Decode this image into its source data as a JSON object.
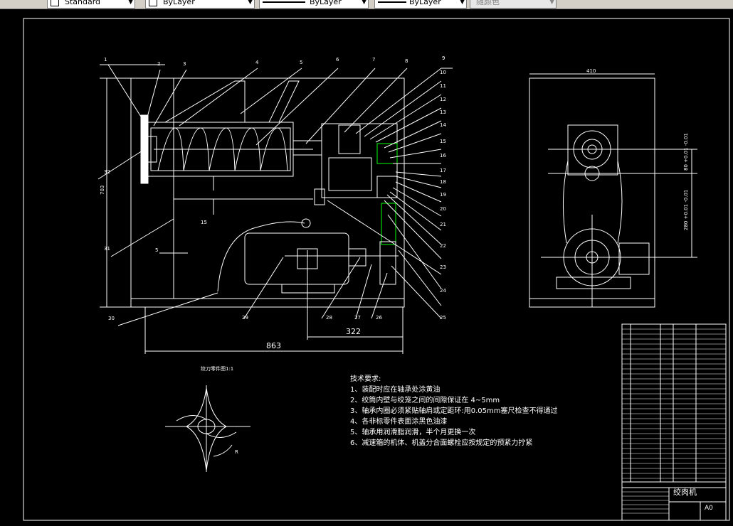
{
  "toolbar": {
    "style_name": "Standard",
    "layer_color": "ByLayer",
    "linetype": "ByLayer",
    "lineweight": "ByLayer",
    "plot_style": "随颜色"
  },
  "drawing": {
    "callouts_top": [
      "1",
      "2",
      "3",
      "4",
      "5",
      "6",
      "7",
      "8"
    ],
    "callouts_right": [
      "9",
      "10",
      "11",
      "12",
      "13",
      "14",
      "15",
      "16",
      "17",
      "18",
      "19",
      "20",
      "21",
      "22",
      "23",
      "24",
      "25"
    ],
    "callout_left_32": "32",
    "callout_left_31": "31",
    "callout_left_30": "30",
    "callout_bottom": [
      "29",
      "28",
      "27",
      "26"
    ],
    "dim_15": "15",
    "dim_5": "5",
    "dim_322": "322",
    "dim_863": "863",
    "dim_height": "703",
    "side_dim_top": "410",
    "side_dim_1": "80 +0.01 -0.01",
    "side_dim_2": "280 +0.01 -0.01",
    "section_title": "绞刀零件图1:1",
    "section_label_a": "R",
    "tech_title": "技术要求:",
    "tech_notes": [
      "1、装配时应在轴承处涂黄油",
      "2、绞筒内壁与绞笼之间的间隙保证在  4~5mm",
      "3、轴承内圈必须紧贴轴肩或定距环:用0.05mm塞尺检查不得通过",
      "4、各非标零件表面涂黑色油漆",
      "5、轴承用润滑脂润滑，半个月更换一次",
      "6、减速箱的机体、机盖分合面螺栓应按规定的预紧力拧紧"
    ],
    "title_block_name": "绞肉机",
    "sheet_size": "A0"
  },
  "colors": {
    "background": "#000000",
    "lines": "#ffffff",
    "hatch": "#ffffff",
    "dimension": "#ffffff",
    "accent_green": "#00ff00"
  }
}
